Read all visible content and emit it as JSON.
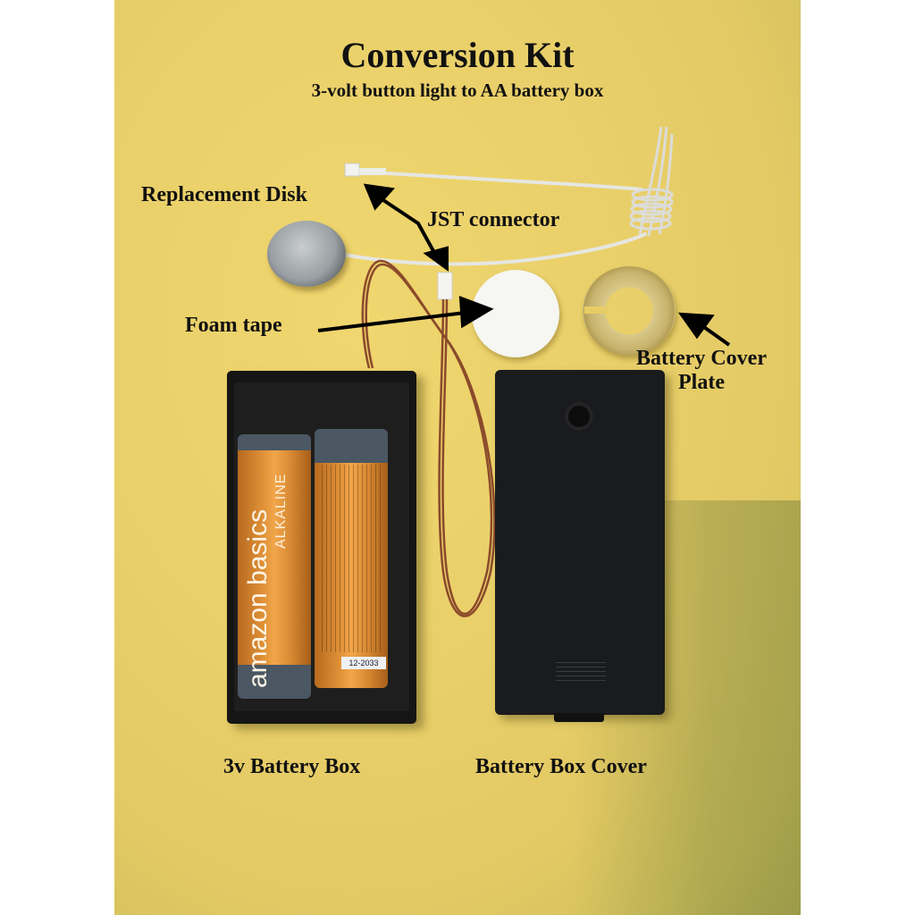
{
  "header": {
    "title": "Conversion Kit",
    "subtitle": "3-volt button light to AA battery box"
  },
  "callouts": {
    "replacement_disk": "Replacement Disk",
    "jst_connector": "JST connector",
    "foam_tape": "Foam tape",
    "battery_cover_plate_line1": "Battery Cover",
    "battery_cover_plate_line2": "Plate"
  },
  "captions": {
    "battery_box": "3v Battery Box",
    "battery_box_cover": "Battery Box Cover"
  },
  "battery": {
    "brand": "amazon basics",
    "type": "ALKALINE",
    "date_code": "12-2033"
  },
  "colors": {
    "background": "#E8CE68",
    "text": "#111111",
    "battery_orange": "#E09238",
    "battery_cap": "#4B5763",
    "box_black": "#151515",
    "wire_brown": "#8B4A2B",
    "wire_white": "#E6E6E2",
    "brass": "#C8B46E"
  }
}
